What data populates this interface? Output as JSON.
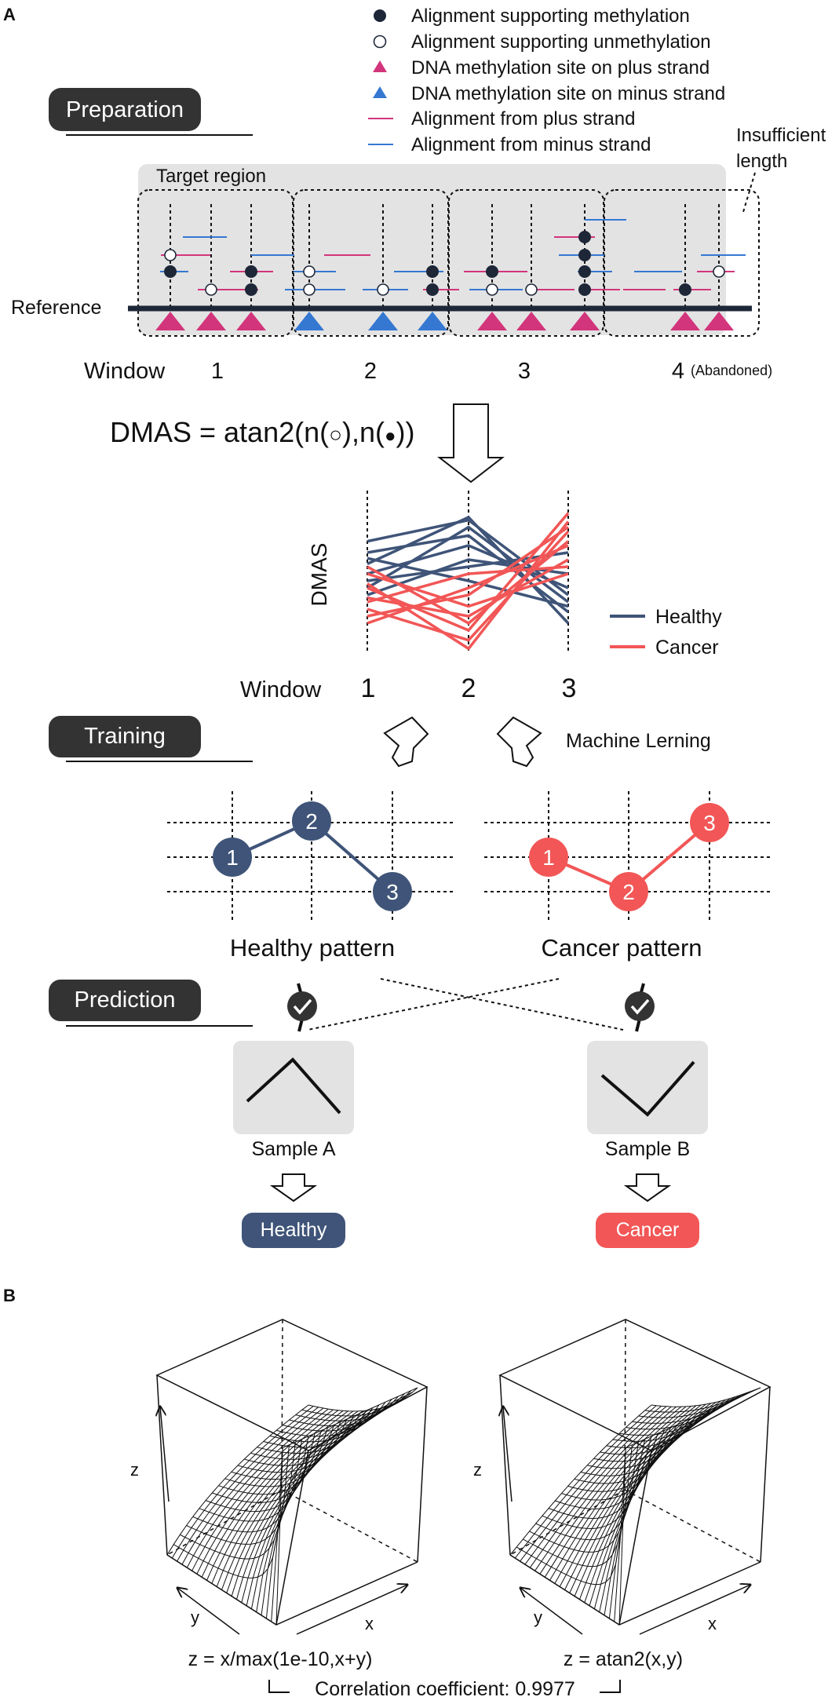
{
  "panel_a": {
    "label": "A",
    "legend": [
      {
        "marker": "filled-circle",
        "text": "Alignment supporting methylation"
      },
      {
        "marker": "open-circle",
        "text": "Alignment supporting unmethylation"
      },
      {
        "marker": "magenta-triangle",
        "text": "DNA methylation site on plus strand"
      },
      {
        "marker": "blue-triangle",
        "text": "DNA methylation site on minus strand"
      },
      {
        "marker": "magenta-line",
        "text": "Alignment from plus strand"
      },
      {
        "marker": "blue-line",
        "text": "Alignment from minus strand"
      }
    ],
    "sections": {
      "preparation": "Preparation",
      "training": "Training",
      "prediction": "Prediction"
    },
    "target_region": "Target region",
    "insufficient_length": [
      "Insufficient",
      "length"
    ],
    "reference": "Reference",
    "window_label": "Window",
    "windows": [
      {
        "num": "1",
        "note": ""
      },
      {
        "num": "2",
        "note": ""
      },
      {
        "num": "3",
        "note": ""
      },
      {
        "num": "4",
        "note": "(Abandoned)"
      }
    ],
    "formula": {
      "prefix": "DMAS = atan2(n(",
      "open_sym": "○",
      "mid": "),n(",
      "filled_sym": "●",
      "suffix": "))"
    },
    "dmas_chart": {
      "ylabel": "DMAS",
      "xlabel": "Window",
      "ticks": [
        "1",
        "2",
        "3"
      ],
      "legend": {
        "healthy": "Healthy",
        "cancer": "Cancer"
      },
      "healthy_lines": [
        [
          0.62,
          0.95,
          0.2
        ],
        [
          0.45,
          0.88,
          0.35
        ],
        [
          0.7,
          0.82,
          0.28
        ],
        [
          0.55,
          0.75,
          0.45
        ],
        [
          0.78,
          0.93,
          0.4
        ],
        [
          0.4,
          0.65,
          0.55
        ],
        [
          0.66,
          0.5,
          0.32
        ],
        [
          0.5,
          0.6,
          0.7
        ]
      ],
      "cancer_lines": [
        [
          0.45,
          0.15,
          0.98
        ],
        [
          0.3,
          0.08,
          0.85
        ],
        [
          0.6,
          0.2,
          0.78
        ],
        [
          0.38,
          0.25,
          0.65
        ],
        [
          0.25,
          0.4,
          0.88
        ],
        [
          0.55,
          0.32,
          0.55
        ],
        [
          0.2,
          0.45,
          0.75
        ],
        [
          0.48,
          0.02,
          0.92
        ],
        [
          0.35,
          0.55,
          0.6
        ]
      ]
    },
    "machine_learning": "Machine Lerning",
    "patterns": {
      "healthy": {
        "name": "Healthy pattern",
        "points": [
          "1",
          "2",
          "3"
        ]
      },
      "cancer": {
        "name": "Cancer pattern",
        "points": [
          "1",
          "2",
          "3"
        ]
      }
    },
    "samples": [
      {
        "name": "Sample A",
        "result": "Healthy"
      },
      {
        "name": "Sample B",
        "result": "Cancer"
      }
    ],
    "colors": {
      "healthy": "#3f5478",
      "cancer": "#f25656",
      "plus": "#d2357c",
      "minus": "#3578d2",
      "dark": "#1e2738",
      "pill": "#333333"
    }
  },
  "panel_b": {
    "label": "B",
    "plots": [
      {
        "formula": "z = x/max(1e-10,x+y)",
        "axis_z": "z",
        "axis_y": "y",
        "axis_x": "x"
      },
      {
        "formula": "z = atan2(x,y)",
        "axis_z": "z",
        "axis_y": "y",
        "axis_x": "x"
      }
    ],
    "correlation": "Correlation coefficient: 0.9977"
  }
}
